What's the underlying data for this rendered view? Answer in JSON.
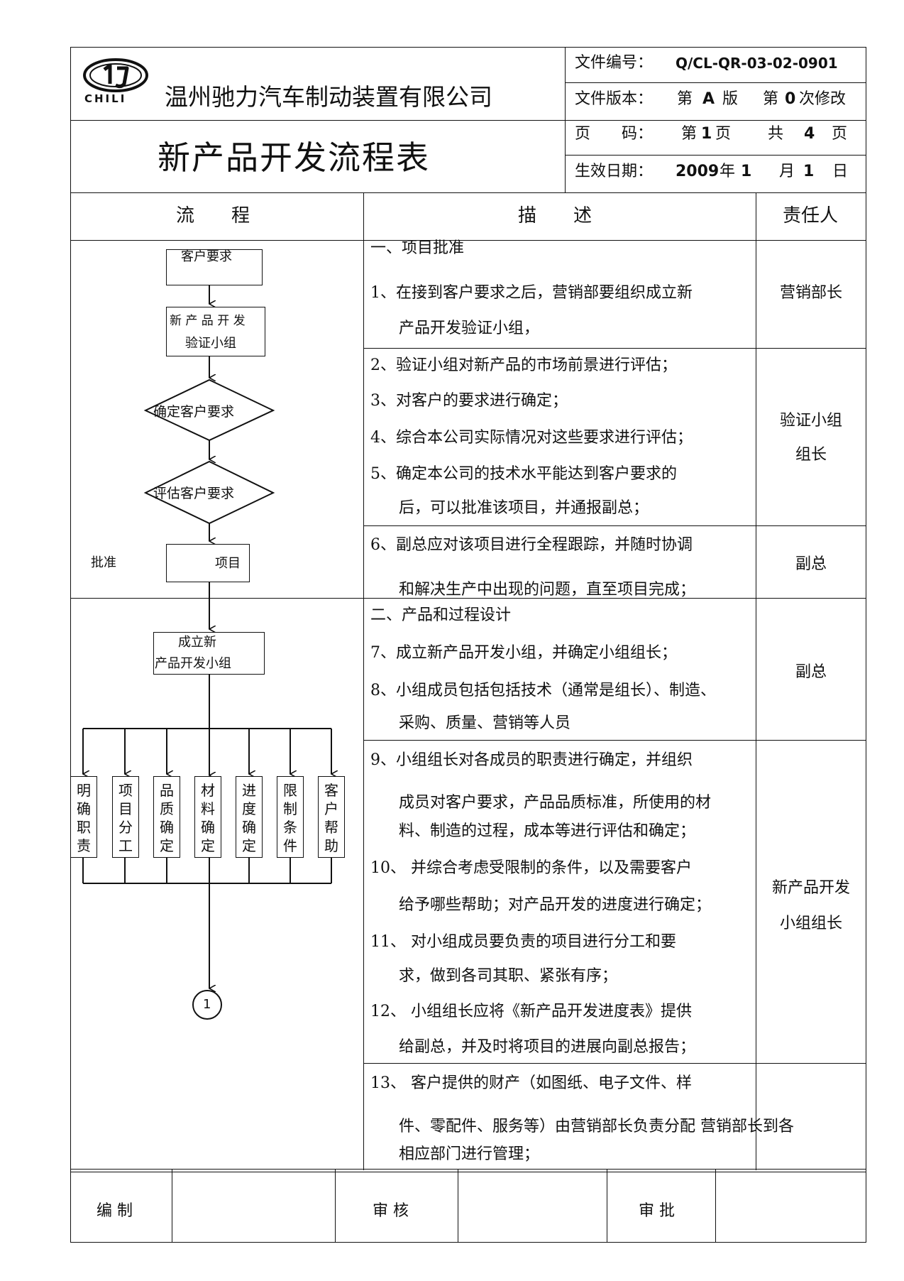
{
  "header": {
    "logo_text": "CHILI",
    "company": "温州驰力汽车制动装置有限公司",
    "doc_no_label": "文件编号：",
    "doc_no": "Q/CL-QR-03-02-0901",
    "version_label": "文件版本：",
    "version_prefix": "第",
    "version_value": "A",
    "version_unit": "版",
    "rev_prefix": "第",
    "rev_value": "0",
    "rev_unit": "次修改",
    "title": "新产品开发流程表",
    "page_label": "页　　码：",
    "page_prefix": "第",
    "page_value": "1",
    "page_unit": "页",
    "total_prefix": "共",
    "total_value": "4",
    "total_unit": "页",
    "date_label": "生效日期：",
    "date_year": "2009",
    "date_year_unit": "年",
    "date_month": "1",
    "date_month_unit": "月",
    "date_day": "1",
    "date_day_unit": "日"
  },
  "columns": {
    "flow": "流　　程",
    "desc": "描　　述",
    "resp": "责任人"
  },
  "flow": {
    "customer_req": "客户要求",
    "verify_group_1": "新 产 品 开 发",
    "verify_group_2": "验证小组",
    "confirm_req": "确定客户要求",
    "assess_req": "评估客户要求",
    "approve": "批准",
    "project": "项目",
    "new_group_1": "成立新",
    "new_group_2": "产品开发小组",
    "tasks": [
      {
        "label": "明确职责"
      },
      {
        "label": "项目分工"
      },
      {
        "label": "品质确定"
      },
      {
        "label": "材料确定"
      },
      {
        "label": "进度确定"
      },
      {
        "label": "限制条件"
      },
      {
        "label": "客户帮助"
      }
    ],
    "connector": "1"
  },
  "sections": {
    "s1_title": "一、项目批准",
    "s2_title": "二、产品和过程设计"
  },
  "desc_lines": {
    "d1a": "1、在接到客户要求之后，营销部要组织成立新",
    "d1b": "产品开发验证小组，",
    "d2": "2、验证小组对新产品的市场前景进行评估；",
    "d3": "3、对客户的要求进行确定；",
    "d4": "4、综合本公司实际情况对这些要求进行评估；",
    "d5a": "5、确定本公司的技术水平能达到客户要求的",
    "d5b": "后，可以批准该项目，并通报副总；",
    "d6a": "6、副总应对该项目进行全程跟踪，并随时协调",
    "d6b": "和解决生产中出现的问题，直至项目完成；",
    "d7": "7、成立新产品开发小组，并确定小组组长；",
    "d8a": "8、小组成员包括包括技术（通常是组长）、制造、",
    "d8b": "采购、质量、营销等人员",
    "d9a": "9、小组组长对各成员的职责进行确定，并组织",
    "d9b": "成员对客户要求，产品品质标准，所使用的材",
    "d9c": "料、制造的过程，成本等进行评估和确定；",
    "d10a": "10、  并综合考虑受限制的条件，以及需要客户",
    "d10b": "给予哪些帮助；对产品开发的进度进行确定；",
    "d11a": "11、  对小组成员要负责的项目进行分工和要",
    "d11b": "求，做到各司其职、紧张有序；",
    "d12a": "12、  小组组长应将《新产品开发进度表》提供",
    "d12b": "给副总，并及时将项目的进展向副总报告；",
    "d13a": "13、  客户提供的财产（如图纸、电子文件、样",
    "d13b": "件、零配件、服务等）由营销部长负责分配  营销部长到各",
    "d13c": "相应部门进行管理；"
  },
  "responsible": {
    "r1": "营销部长",
    "r2a": "验证小组",
    "r2b": "组长",
    "r3": "副总",
    "r4": "副总",
    "r5a": "新产品开发",
    "r5b": "小组组长"
  },
  "footer": {
    "compile": "编 制",
    "review": "审 核",
    "approve": "审 批"
  }
}
